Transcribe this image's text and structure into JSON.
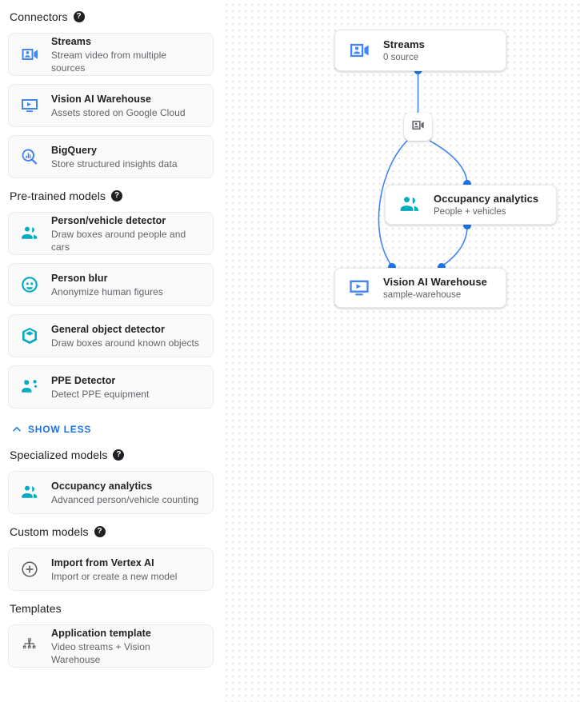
{
  "sidebar": {
    "sections": [
      {
        "id": "connectors",
        "title": "Connectors",
        "has_help": true,
        "help_glyph": "?",
        "items": [
          {
            "icon": "video-camera-person-icon",
            "title": "Streams",
            "subtitle": "Stream video from multiple sources",
            "color": "#4285f4"
          },
          {
            "icon": "monitor-play-icon",
            "title": "Vision AI Warehouse",
            "subtitle": "Assets stored on Google Cloud",
            "color": "#4285f4"
          },
          {
            "icon": "bigquery-search-icon",
            "title": "BigQuery",
            "subtitle": "Store structured insights data",
            "color": "#4285f4"
          }
        ]
      },
      {
        "id": "pre-trained-models",
        "title": "Pre-trained models",
        "has_help": true,
        "help_glyph": "?",
        "items": [
          {
            "icon": "person-vehicle-icon",
            "title": "Person/vehicle detector",
            "subtitle": "Draw boxes around people and cars",
            "color": "#00acc1"
          },
          {
            "icon": "person-blur-icon",
            "title": "Person blur",
            "subtitle": "Anonymize human figures",
            "color": "#00acc1"
          },
          {
            "icon": "cube-icon",
            "title": "General object detector",
            "subtitle": "Draw boxes around known objects",
            "color": "#00acc1"
          },
          {
            "icon": "ppe-detector-icon",
            "title": "PPE Detector",
            "subtitle": "Detect PPE equipment",
            "color": "#00acc1"
          }
        ]
      },
      {
        "id": "specialized-models",
        "title": "Specialized models",
        "has_help": true,
        "help_glyph": "?",
        "items": [
          {
            "icon": "person-vehicle-icon",
            "title": "Occupancy analytics",
            "subtitle": "Advanced person/vehicle counting",
            "color": "#00acc1"
          }
        ]
      },
      {
        "id": "custom-models",
        "title": "Custom models",
        "has_help": true,
        "help_glyph": "?",
        "items": [
          {
            "icon": "plus-circle-icon",
            "title": "Import from Vertex AI",
            "subtitle": "Import or create a new model",
            "color": "#5f6368"
          }
        ]
      },
      {
        "id": "templates",
        "title": "Templates",
        "has_help": false,
        "help_glyph": "",
        "items": [
          {
            "icon": "hierarchy-icon",
            "title": "Application template",
            "subtitle": "Video streams + Vision Warehouse",
            "color": "#5f6368"
          }
        ]
      }
    ],
    "show_less_label": "SHOW LESS"
  },
  "graph": {
    "nodes": [
      {
        "id": "streams",
        "icon": "video-camera-person-icon",
        "title": "Streams",
        "subtitle": "0 source",
        "color": "#4285f4"
      },
      {
        "id": "occupancy",
        "icon": "person-vehicle-icon",
        "title": "Occupancy analytics",
        "subtitle": "People + vehicles",
        "color": "#00acc1"
      },
      {
        "id": "warehouse",
        "icon": "monitor-play-icon",
        "title": "Vision AI Warehouse",
        "subtitle": "sample-warehouse",
        "color": "#4285f4"
      }
    ],
    "mini_node": {
      "id": "stream-source",
      "icon": "video-camera-person-icon",
      "color": "#5f6368"
    },
    "edge_color": "#4285f4",
    "port_color": "#1a73e8"
  },
  "colors": {
    "accent_blue": "#1a73e8",
    "icon_blue": "#4285f4",
    "icon_teal": "#00acc1",
    "icon_grey": "#5f6368",
    "text_primary": "#202124",
    "text_secondary": "#5f6368",
    "card_bg": "#fafafa",
    "card_border": "#e8eaed",
    "grid_dot": "#dadce0"
  }
}
